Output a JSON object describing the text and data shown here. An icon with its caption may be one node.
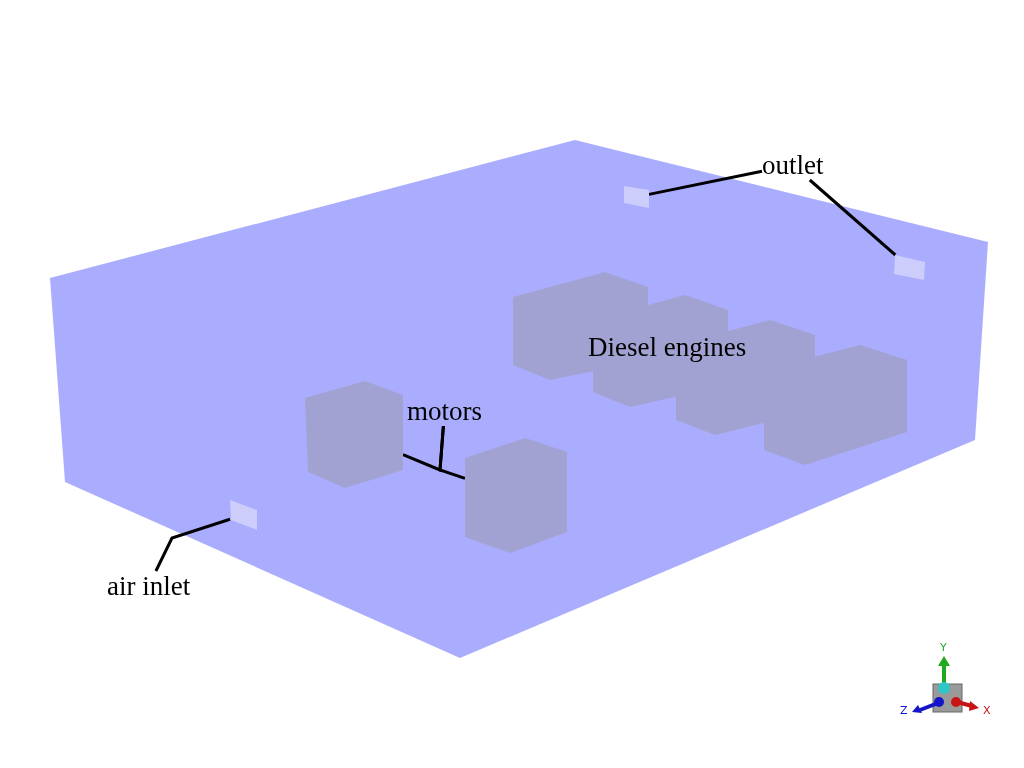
{
  "diagram": {
    "nodes": [
      {
        "text": [
          "outlet"
        ]
      },
      {
        "text": [],
        "shape": "box"
      },
      {
        "text": [],
        "shape": "box"
      },
      {
        "text": [
          "motors"
        ]
      },
      {
        "text": [],
        "shape": "box"
      },
      {
        "text": [],
        "shape": "box"
      },
      {
        "text": [
          "air inlet"
        ]
      },
      {
        "text": [],
        "shape": "box"
      }
    ],
    "edges": [
      {
        "from": 0,
        "to": 1,
        "arrow": "none"
      },
      {
        "from": 0,
        "to": 2,
        "arrow": "none"
      },
      {
        "from": 3,
        "to": 4,
        "arrow": "none"
      },
      {
        "from": 3,
        "to": 5,
        "arrow": "none"
      },
      {
        "from": 6,
        "to": 7,
        "arrow": "none"
      }
    ],
    "labels": [
      "Diesel engines",
      "Y",
      "Z",
      "X"
    ]
  }
}
